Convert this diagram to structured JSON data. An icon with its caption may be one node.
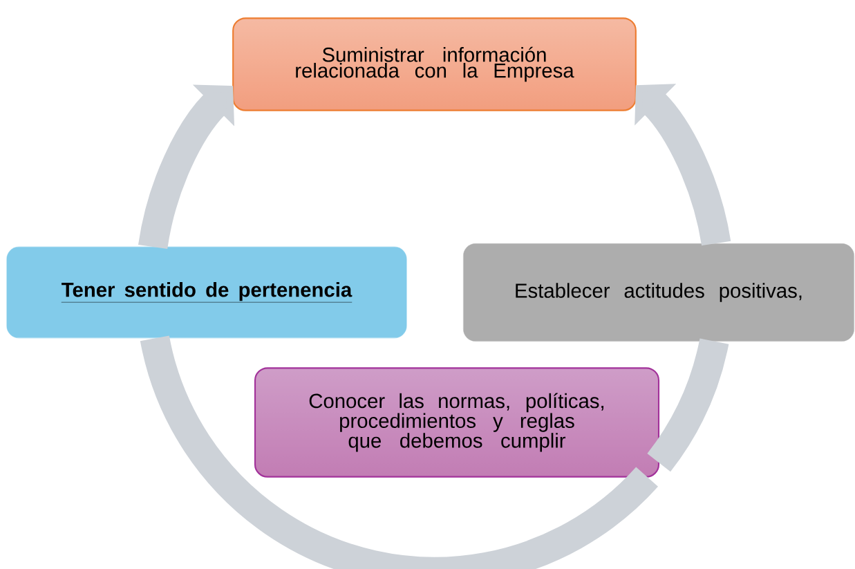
{
  "diagram": {
    "nodes": [
      {
        "text": [
          "Suministrar información relacionada con la Empresa"
        ]
      },
      {
        "text": [
          "Tener sentido de pertenencia"
        ]
      },
      {
        "text": [
          "Establecer actitudes positivas,"
        ]
      },
      {
        "text": [
          "Conocer las normas, políticas, procedimientos y reglas que debemos cumplir"
        ]
      }
    ],
    "edges": [
      {
        "from": 1,
        "to": 0,
        "arrow": "to"
      },
      {
        "from": 2,
        "to": 0,
        "arrow": "to"
      },
      {
        "from": 1,
        "to": 3,
        "arrow": "none"
      },
      {
        "from": 3,
        "to": 2,
        "arrow": "none"
      }
    ]
  }
}
